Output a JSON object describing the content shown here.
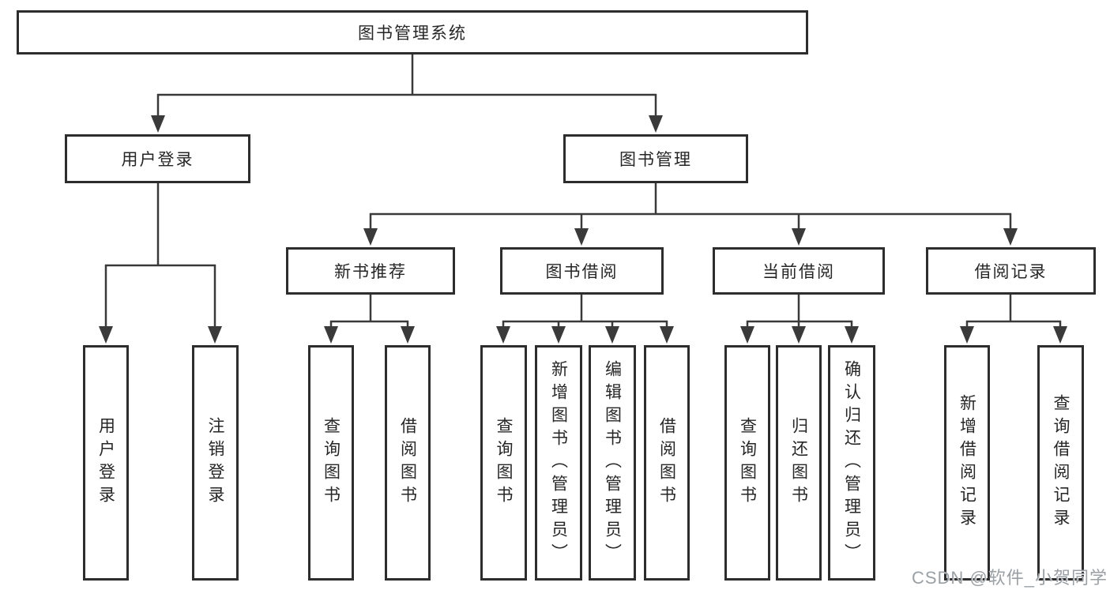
{
  "diagram_title": "图书管理系统",
  "colors": {
    "background": "#ffffff",
    "line": "#3a3a3a",
    "box_border": "#2d2d2d",
    "text": "#262626",
    "watermark": "#9aa0a4"
  },
  "nodes": {
    "root": "图书管理系统",
    "user_login": "用户登录",
    "book_mgmt": "图书管理",
    "new_book_rec": "新书推荐",
    "book_borrow": "图书借阅",
    "current_borrow": "当前借阅",
    "borrow_records": "借阅记录",
    "ul_user_login": "用户登录",
    "ul_logout": "注销登录",
    "nb_query_book": "查询图书",
    "nb_borrow_book": "借阅图书",
    "bb_query_book": "查询图书",
    "bb_add_book": "新增图书（管理员）",
    "bb_edit_book": "编辑图书（管理员）",
    "bb_borrow_book": "借阅图书",
    "cb_query_book": "查询图书",
    "cb_return_book": "归还图书",
    "cb_confirm_return": "确认归还（管理员）",
    "br_add_record": "新增借阅记录",
    "br_query_record": "查询借阅记录"
  },
  "hierarchy": {
    "图书管理系统": {
      "用户登录": [
        "用户登录",
        "注销登录"
      ],
      "图书管理": {
        "新书推荐": [
          "查询图书",
          "借阅图书"
        ],
        "图书借阅": [
          "查询图书",
          "新增图书（管理员）",
          "编辑图书（管理员）",
          "借阅图书"
        ],
        "当前借阅": [
          "查询图书",
          "归还图书",
          "确认归还（管理员）"
        ],
        "借阅记录": [
          "新增借阅记录",
          "查询借阅记录"
        ]
      }
    }
  },
  "watermark": "CSDN @软件_小贺同学"
}
